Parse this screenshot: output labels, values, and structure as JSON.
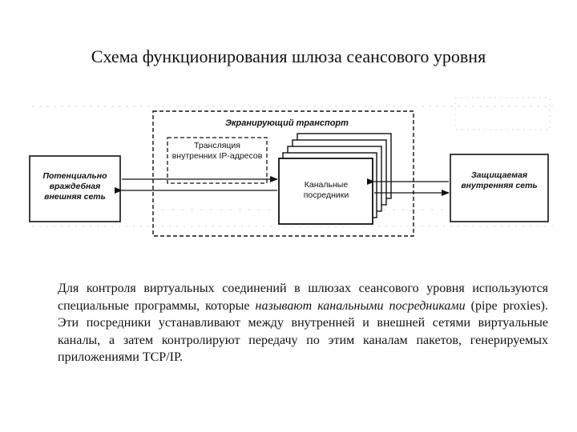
{
  "title": "Схема функционирования шлюза сеансового уровня",
  "diagram": {
    "screening_transport_label": "Экранирующий транспорт",
    "translation_label": "Трансляция внутренних IP-адресов",
    "channel_proxies_label": "Канальные посредники",
    "external_network_label": "Потенциально враждебная внешняя сеть",
    "internal_network_label": "Защищаемая внутренняя сеть"
  },
  "paragraph": {
    "part1": "Для контроля виртуальных соединений в шлюзах сеансового уровня используются специальные программы, которые ",
    "italic": "называют канальными посредниками",
    "part2": " (pipe proxies). Эти посредники устанавливают между внутренней и внешней сетями виртуальные каналы, а затем контролируют передачу по этим каналам пакетов, генерируемых приложениями TCP/IP."
  }
}
